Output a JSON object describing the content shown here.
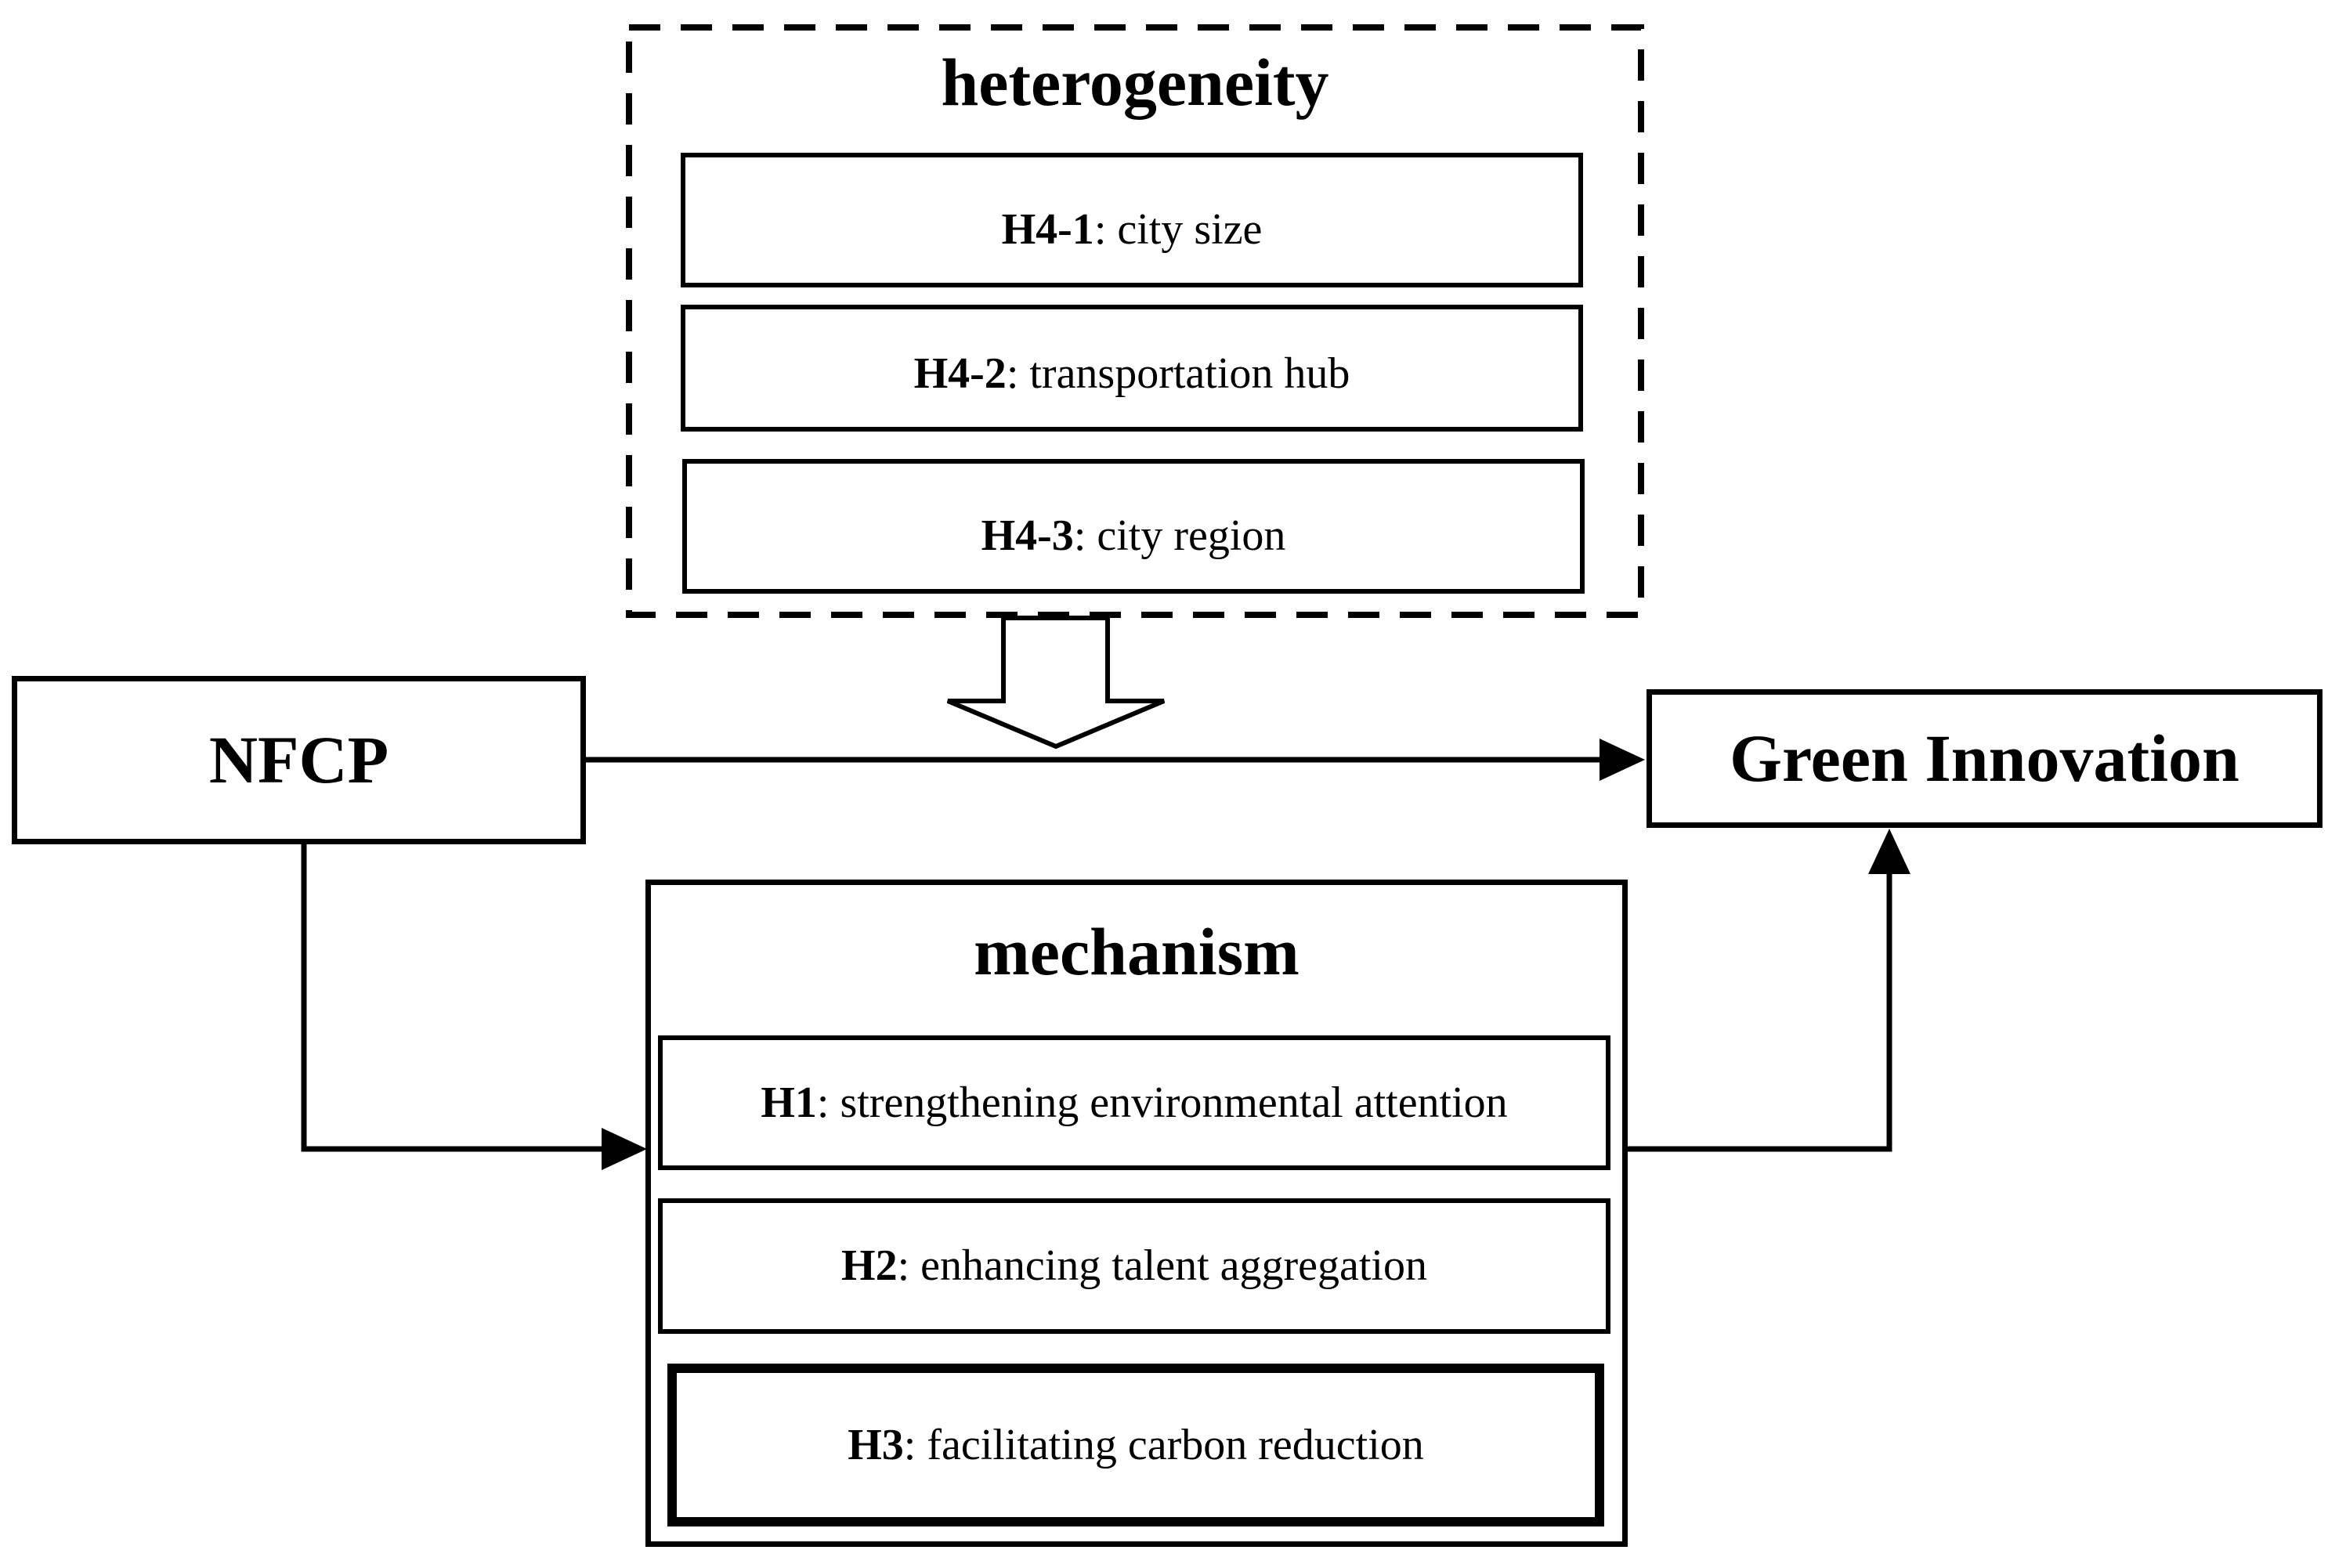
{
  "figure": {
    "colors": {
      "line": "#000000",
      "background": "#ffffff"
    },
    "heterogeneity_group": {
      "title": "heterogeneity",
      "hypotheses": [
        {
          "id": "H4-1",
          "desc": ": city size"
        },
        {
          "id": "H4-2",
          "desc": ": transportation hub"
        },
        {
          "id": "H4-3",
          "desc": ": city region"
        }
      ]
    },
    "nfcp": {
      "label": "NFCP"
    },
    "green_innovation": {
      "label": "Green Innovation"
    },
    "mechanism_group": {
      "title": "mechanism",
      "hypotheses": [
        {
          "id": "H1",
          "desc": ": strengthening environmental attention"
        },
        {
          "id": "H2",
          "desc": ": enhancing talent aggregation"
        },
        {
          "id": "H3",
          "desc": ": facilitating carbon reduction"
        }
      ]
    }
  }
}
